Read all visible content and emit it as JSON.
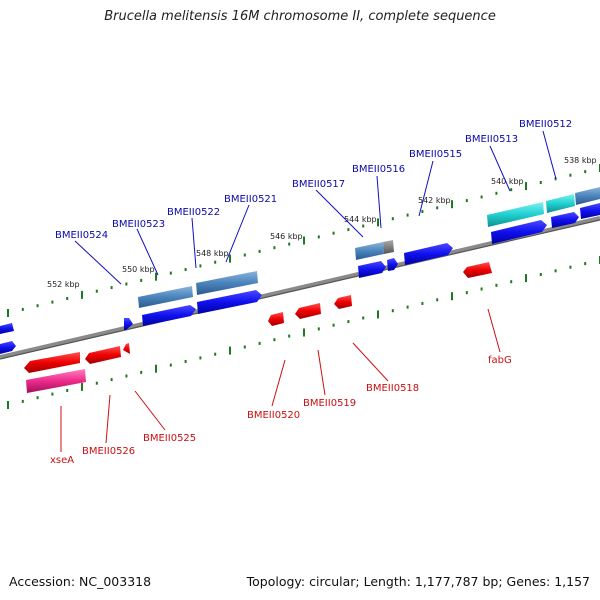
{
  "title": "Brucella melitensis 16M chromosome II, complete sequence",
  "accession": "Accession: NC_003318",
  "topology": "Topology: circular; Length: 1,177,787 bp; Genes: 1,157",
  "colors": {
    "forward_label": "#0a0aa8",
    "reverse_label": "#c81010",
    "tick": "#1e7a1e"
  },
  "kbp_labels": [
    "552 kbp",
    "550 kbp",
    "548 kbp",
    "546 kbp",
    "544 kbp",
    "542 kbp",
    "540 kbp",
    "538 kbp"
  ],
  "forward_genes": [
    "BMEII0524",
    "BMEII0523",
    "BMEII0522",
    "BMEII0521",
    "BMEII0517",
    "BMEII0516",
    "BMEII0515",
    "BMEII0513",
    "BMEII0512"
  ],
  "reverse_genes": [
    "xseA",
    "BMEII0526",
    "BMEII0525",
    "BMEII0520",
    "BMEII0519",
    "BMEII0518",
    "fabG"
  ]
}
